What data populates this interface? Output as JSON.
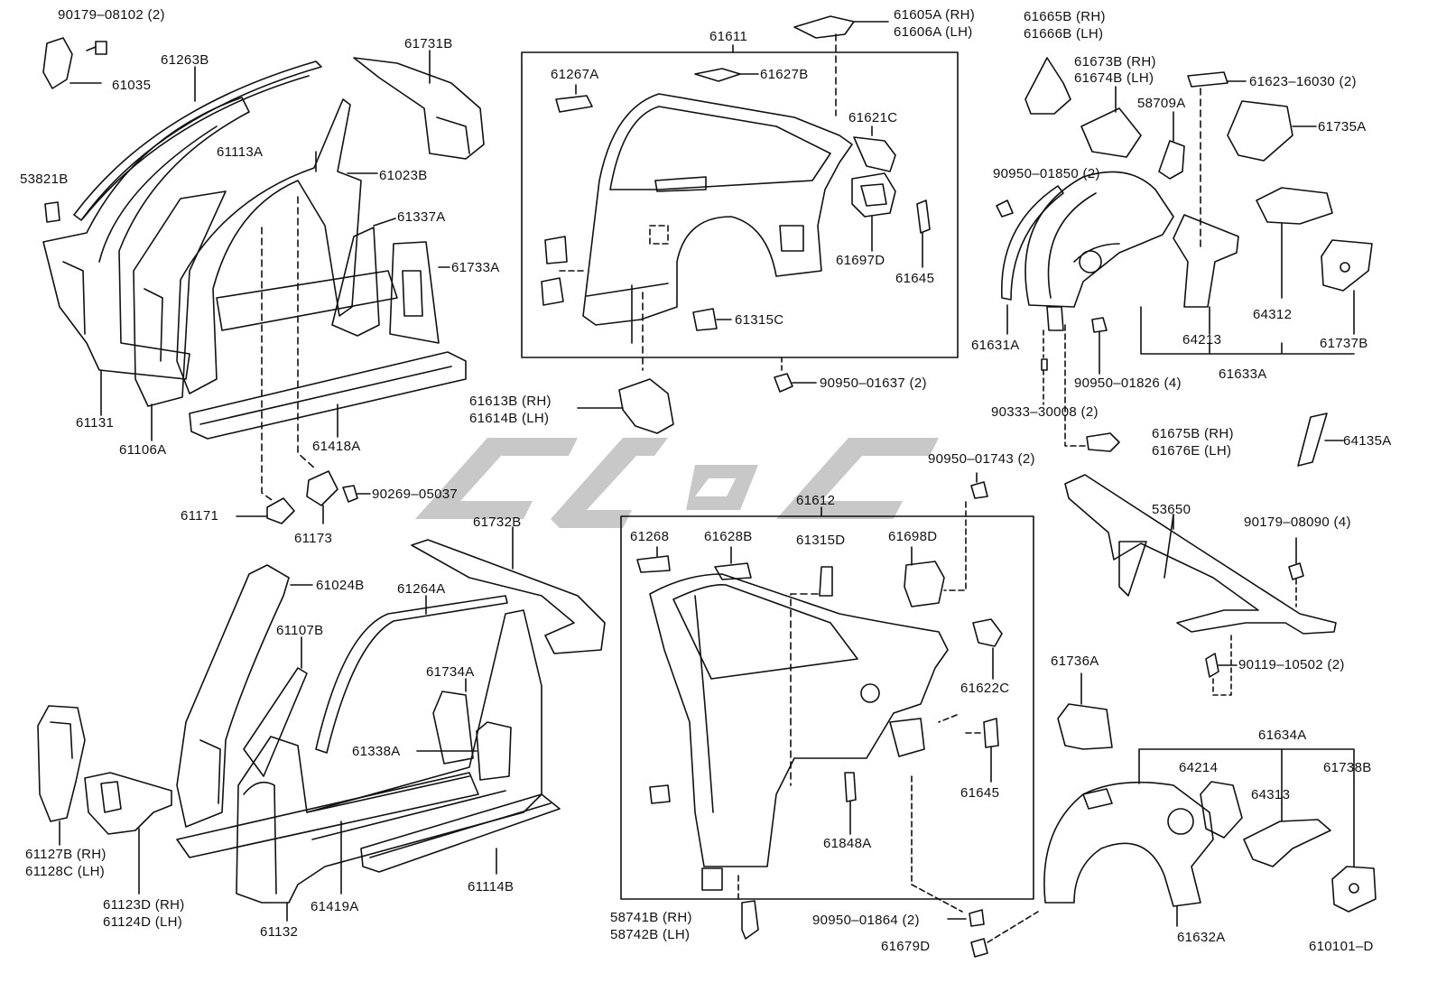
{
  "colors": {
    "ink": "#111111",
    "watermark": "#c8c8c8",
    "background": "#ffffff"
  },
  "watermark": {
    "text": "ᑐᒪᑫᑲ",
    "note_icon": "logo-watermark"
  },
  "labels": {
    "p90179_08102": "90179–08102 (2)",
    "p61035": "61035",
    "p61263B": "61263B",
    "p61731B": "61731B",
    "p61113A": "61113A",
    "p61023B": "61023B",
    "p53821B": "53821B",
    "p61337A": "61337A",
    "p61733A": "61733A",
    "p61131": "61131",
    "p61106A": "61106A",
    "p61418A": "61418A",
    "p61171": "61171",
    "p61173": "61173",
    "p90269_05037": "90269–05037",
    "p61611": "61611",
    "p61605A_rh": "61605A (RH)",
    "p61606A_lh": "61606A (LH)",
    "p61267A": "61267A",
    "p61627B": "61627B",
    "p61621C": "61621C",
    "p61697D": "61697D",
    "p61645_top": "61645",
    "p61315C": "61315C",
    "p90950_01637": "90950–01637 (2)",
    "p61613B_rh": "61613B (RH)",
    "p61614B_lh": "61614B (LH)",
    "p61665B_rh": "61665B (RH)",
    "p61666B_lh": "61666B (LH)",
    "p61673B_rh": "61673B (RH)",
    "p61674B_lh": "61674B (LH)",
    "p61623_16030": "61623–16030 (2)",
    "p58709A": "58709A",
    "p61735A": "61735A",
    "p90950_01850": "90950–01850 (2)",
    "p61631A": "61631A",
    "p64213": "64213",
    "p64312": "64312",
    "p61737B": "61737B",
    "p61633A": "61633A",
    "p90950_01826": "90950–01826 (4)",
    "p90333_30008": "90333–30008 (2)",
    "p61675B_rh": "61675B (RH)",
    "p61676E_lh": "61676E (LH)",
    "p64135A": "64135A",
    "p90950_01743": "90950–01743 (2)",
    "p53650": "53650",
    "p90179_08090": "90179–08090 (4)",
    "p90119_10502": "90119–10502 (2)",
    "p61612": "61612",
    "p61268": "61268",
    "p61628B": "61628B",
    "p61315D": "61315D",
    "p61698D": "61698D",
    "p61622C": "61622C",
    "p61645_bottom": "61645",
    "p61848A": "61848A",
    "p90950_01864": "90950–01864 (2)",
    "p61679D": "61679D",
    "p58741B_rh": "58741B (RH)",
    "p58742B_lh": "58742B (LH)",
    "p61732B": "61732B",
    "p61024B": "61024B",
    "p61264A": "61264A",
    "p61107B": "61107B",
    "p61734A": "61734A",
    "p61338A": "61338A",
    "p61127B_rh": "61127B (RH)",
    "p61128C_lh": "61128C (LH)",
    "p61123D_rh": "61123D (RH)",
    "p61124D_lh": "61124D (LH)",
    "p61132": "61132",
    "p61419A": "61419A",
    "p61114B": "61114B",
    "p61736A": "61736A",
    "p61634A": "61634A",
    "p64214": "64214",
    "p64313": "64313",
    "p61738B": "61738B",
    "p61632A": "61632A",
    "p610101_D": "610101–D"
  }
}
